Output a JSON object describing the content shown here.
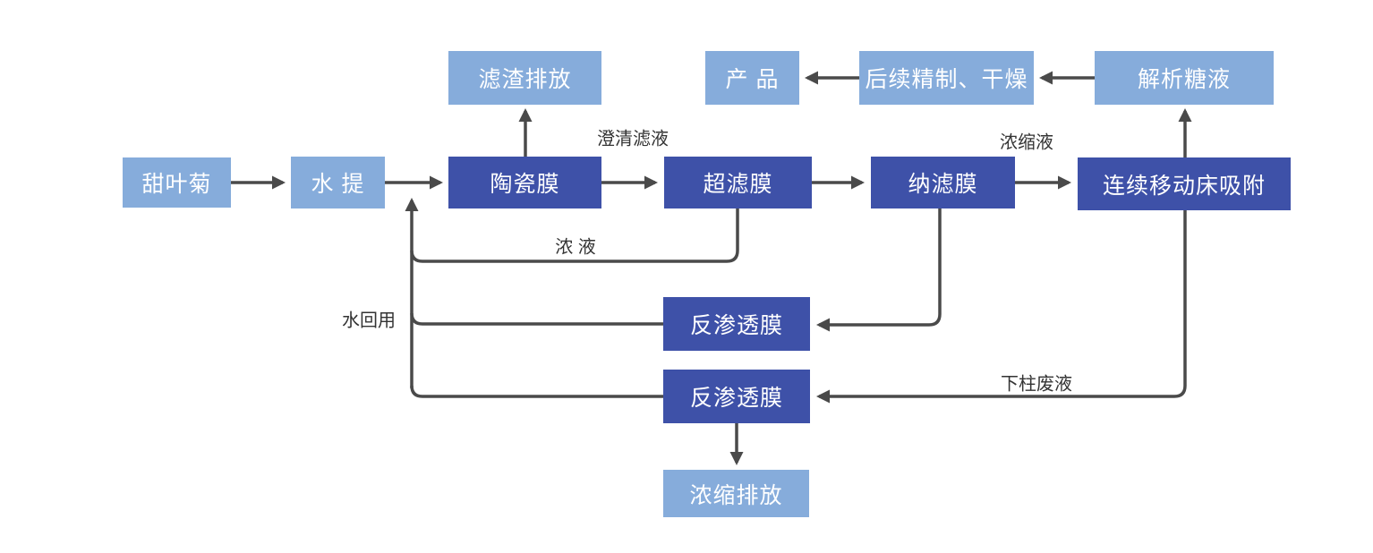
{
  "diagram": {
    "type": "process-flow",
    "nodes": {
      "stevia": "甜叶菊",
      "water_extraction": "水 提",
      "ceramic_membrane": "陶瓷膜",
      "ultrafiltration_membrane": "超滤膜",
      "nanofiltration_membrane": "纳滤膜",
      "moving_bed_adsorption": "连续移动床吸附",
      "residue_discharge": "滤渣排放",
      "product": "产 品",
      "refining_drying": "后续精制、干燥",
      "desorbed_sugar_liquid": "解析糖液",
      "reverse_osmosis_1": "反渗透膜",
      "reverse_osmosis_2": "反渗透膜",
      "concentrate_discharge": "浓缩排放"
    },
    "edge_labels": {
      "clarified_filtrate": "澄清滤液",
      "concentrated_liquid": "浓缩液",
      "concentrate": "浓 液",
      "water_reuse": "水回用",
      "column_waste_liquid": "下柱废液"
    },
    "colors": {
      "node_primary": "#3E51A8",
      "node_secondary": "#86ACDB",
      "connector": "#4A4A4A",
      "node_text": "#FFFFFF",
      "label_text": "#333333"
    }
  }
}
